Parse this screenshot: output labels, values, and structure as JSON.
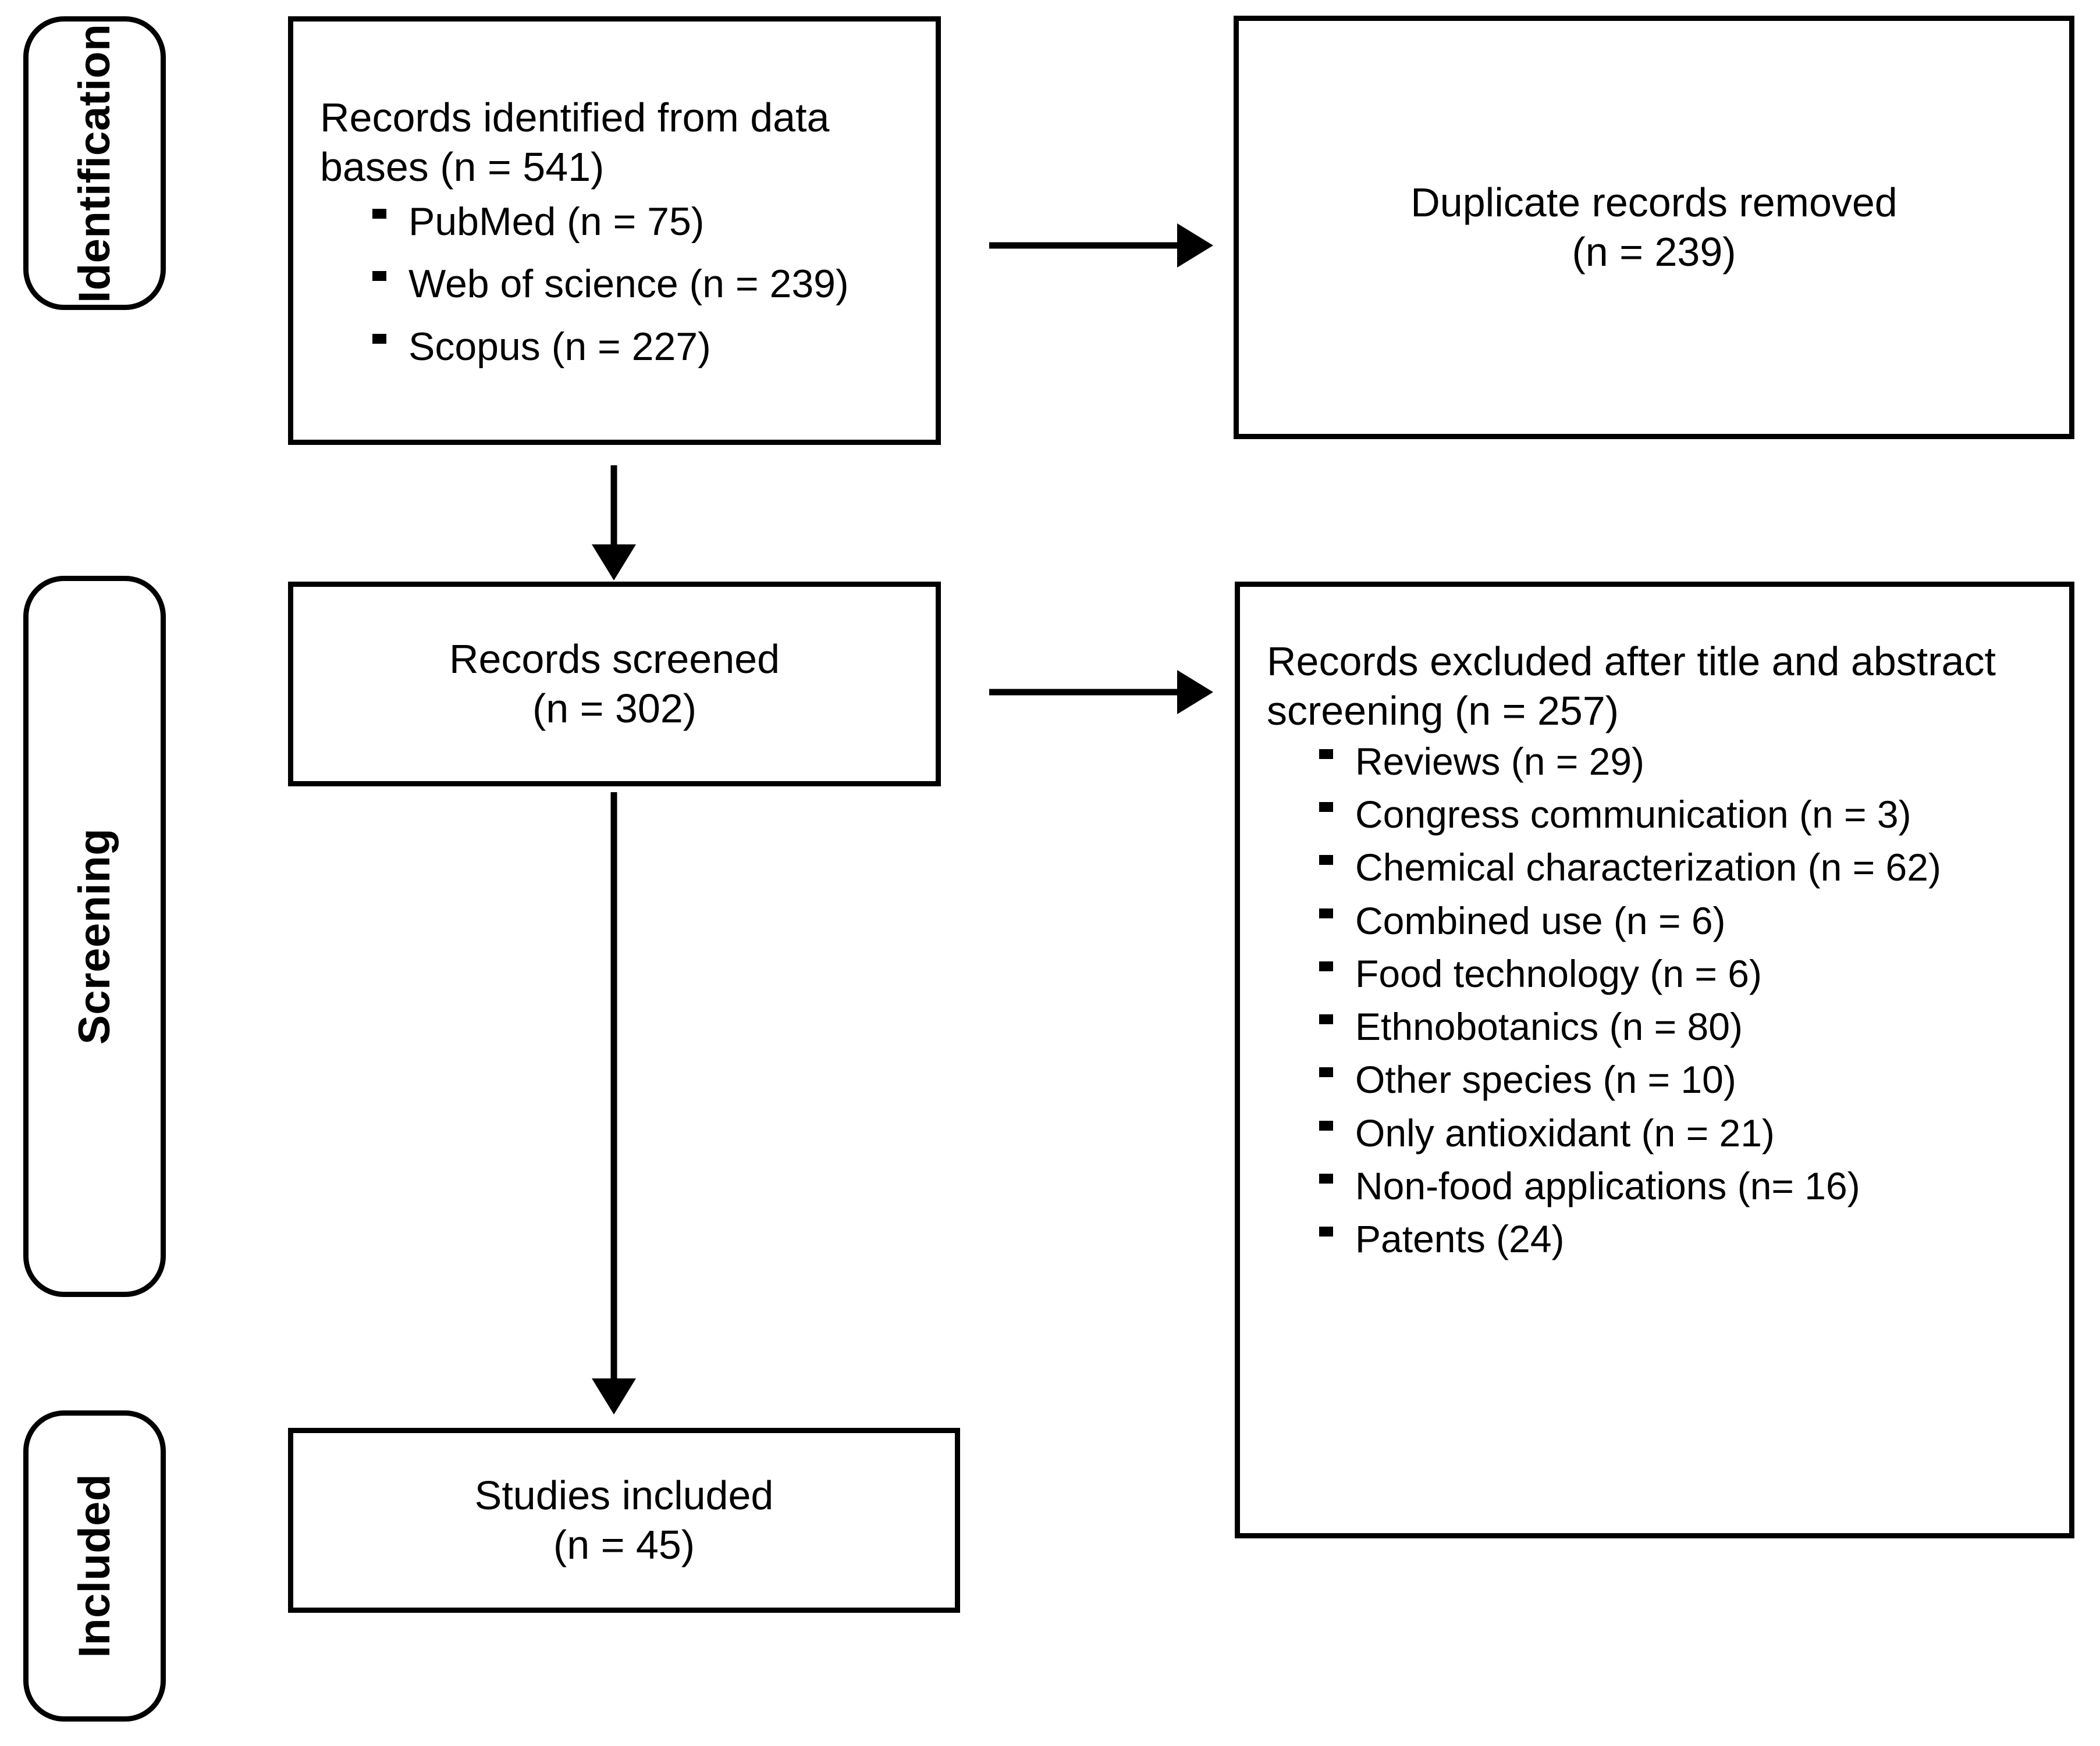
{
  "diagram": {
    "type": "prisma-flow-diagram",
    "accent_color": "#000000",
    "background_color": "#ffffff"
  },
  "stages": [
    {
      "label": "Identification"
    },
    {
      "label": "Screening"
    },
    {
      "label": "Included"
    }
  ],
  "boxes": {
    "identified": {
      "title": "Records identified from data bases (n = 541)",
      "sources": [
        "PubMed (n = 75)",
        "Web of science (n = 239)",
        "Scopus (n = 227)"
      ]
    },
    "duplicates": {
      "line1": "Duplicate  records removed",
      "line2": "(n = 239)"
    },
    "screened": {
      "line1": "Records screened",
      "line2": "(n = 302)"
    },
    "excluded": {
      "title": "Records excluded after title and abstract screening (n = 257)",
      "reasons": [
        "Reviews (n = 29)",
        "Congress communication (n = 3)",
        "Chemical characterization (n = 62)",
        "Combined use (n = 6)",
        "Food technology (n = 6)",
        "Ethnobotanics (n = 80)",
        "Other species (n = 10)",
        "Only antioxidant (n = 21)",
        "Non-food applications (n= 16)",
        "Patents (24)"
      ]
    },
    "included": {
      "line1": "Studies included",
      "line2": "(n = 45)"
    }
  }
}
